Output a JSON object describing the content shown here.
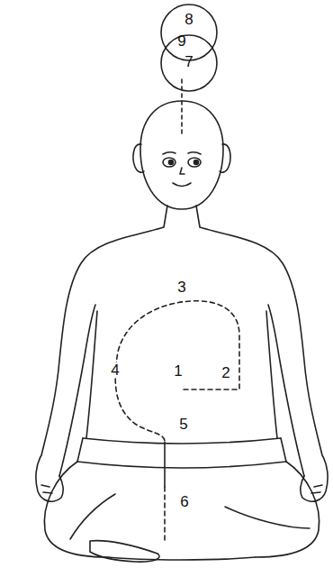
{
  "diagram": {
    "nodes": [
      {
        "text": [
          "8"
        ]
      },
      {
        "text": [
          "7"
        ]
      }
    ],
    "labels": [
      "9",
      "3",
      "4",
      "1",
      "2",
      "5",
      "6"
    ]
  }
}
